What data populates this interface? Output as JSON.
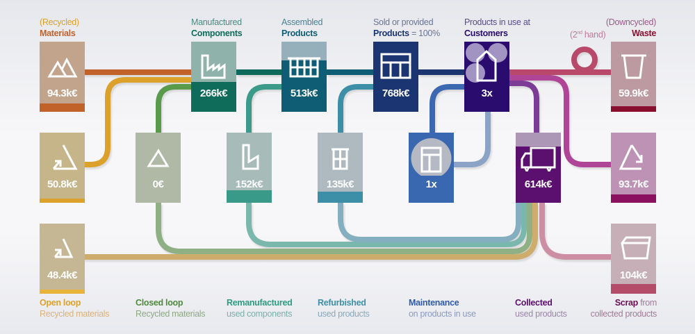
{
  "colors": {
    "materials": "#c0622a",
    "components": "#0f6b5a",
    "assembled": "#0e5d75",
    "sold": "#1a3571",
    "customers": "#2a0b6e",
    "open_loop": "#dca12a",
    "closed_loop": "#5a9a4c",
    "remanufactured": "#3a9a8a",
    "refurbished": "#3d8fa8",
    "maintenance": "#3a68b0",
    "collected": "#5b0f6e",
    "waste": "#8a0f2e",
    "downcycled": "#8c1060",
    "scrap": "#b44d6a",
    "second_hand": "#b84a6a"
  },
  "top_labels": {
    "materials": {
      "sub": "(Recycled)",
      "main": "Materials"
    },
    "components": {
      "sub": "Manufactured",
      "main": "Components"
    },
    "assembled": {
      "sub": "Assembled",
      "main": "Products"
    },
    "sold": {
      "sub": "Sold or provided",
      "main": "Products",
      "suffix": " = 100%"
    },
    "customers": {
      "sub": "Products in use at",
      "main": "Customers"
    },
    "second_hand": {
      "text_pre": "(2",
      "sup": "nd",
      "text_post": " hand)"
    },
    "waste": {
      "sub": "(Downcycled)",
      "main": "Waste"
    }
  },
  "nodes": {
    "materials": {
      "value": "94.3k€",
      "icon": "mountains-icon"
    },
    "components": {
      "value": "266k€",
      "icon": "factory-icon"
    },
    "assembled": {
      "value": "513k€",
      "icon": "product-grid-icon"
    },
    "sold": {
      "value": "768k€",
      "icon": "product-window-icon"
    },
    "customers": {
      "value": "3x",
      "icon": "house-icon"
    },
    "waste": {
      "value": "59.9k€",
      "icon": "waste-bin-icon"
    },
    "open_loop_recycled": {
      "value": "50.8k€",
      "icon": "recycle-triangle-icon"
    },
    "closed_loop": {
      "value": "0€",
      "icon": "triangle-icon"
    },
    "remanufactured": {
      "value": "152k€",
      "icon": "factory-outline-icon"
    },
    "refurbished": {
      "value": "135k€",
      "icon": "window-icon"
    },
    "maintenance": {
      "value": "1x",
      "icon": "maintenance-window-icon"
    },
    "collected": {
      "value": "614k€",
      "icon": "truck-icon"
    },
    "downcycled": {
      "value": "93.7k€",
      "icon": "downcycle-triangle-icon"
    },
    "open_loop": {
      "value": "48.4k€",
      "icon": "open-loop-triangle-icon"
    },
    "scrap": {
      "value": "104k€",
      "icon": "scrap-container-icon"
    }
  },
  "bottom_labels": {
    "open_loop": {
      "main": "Open loop",
      "sub": "Recycled materials"
    },
    "closed_loop": {
      "main": "Closed loop",
      "sub": "Recycled materials"
    },
    "remanufactured": {
      "main": "Remanufactured",
      "sub": "used components"
    },
    "refurbished": {
      "main": "Refurbished",
      "sub": "used products"
    },
    "maintenance": {
      "main": "Maintenance",
      "sub": "on products in use"
    },
    "collected": {
      "main": "Collected",
      "sub": "used products"
    },
    "scrap": {
      "main": "Scrap",
      "main_suffix": " from",
      "sub": "collected products"
    }
  }
}
